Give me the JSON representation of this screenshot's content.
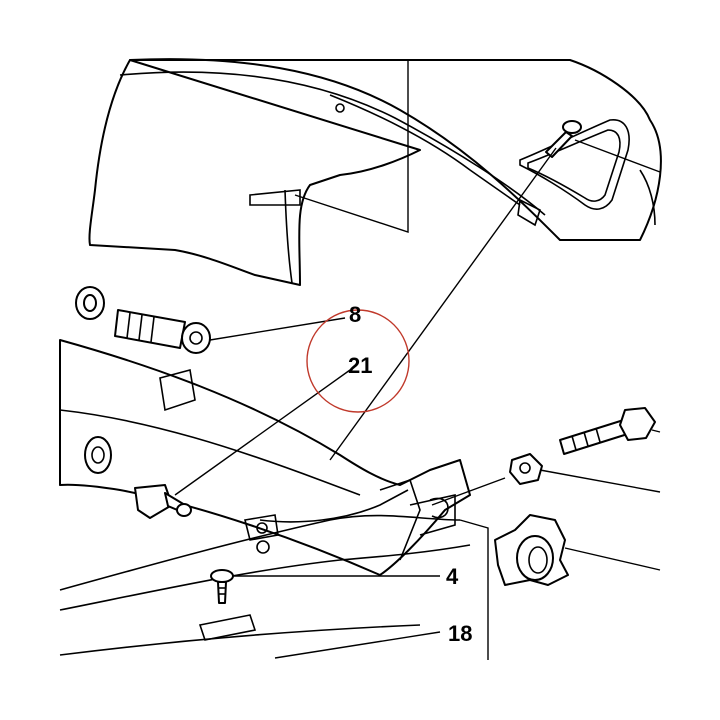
{
  "callouts": {
    "c8": "8",
    "c21": "21",
    "c4": "4",
    "c18": "18"
  },
  "colors": {
    "line": "#000000",
    "background": "#ffffff",
    "highlight_circle": "#c0392b"
  }
}
